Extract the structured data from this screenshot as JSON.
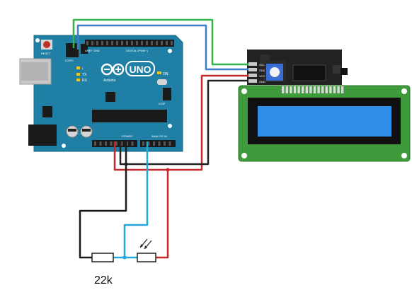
{
  "board": {
    "brand": "Arduino",
    "model": "UNO",
    "reset_label": "RESET",
    "icsp2_label": "ICSP2",
    "icsp_label": "ICSP",
    "digital_label": "DIGITAL (PWM~)",
    "aref_label": "AREF",
    "gnd_label": "GND",
    "led_l_label": "L",
    "led_tx_label": "TX",
    "led_rx_label": "RX",
    "on_label": "ON",
    "power_label": "POWER",
    "analog_label": "ANALOG IN"
  },
  "i2c_backpack": {
    "pins": [
      "GND",
      "VCC",
      "SDA",
      "SCL"
    ]
  },
  "resistor": {
    "value_label": "22k"
  },
  "wire_colors": {
    "green": "#35b24a",
    "blue": "#3f7fc8",
    "red": "#c8282b",
    "black": "#1a1a1a",
    "cyan": "#22a8d8",
    "dark": "#222222"
  },
  "colors": {
    "board": "#1f7fa5",
    "lcd_pcb": "#3f9a3c",
    "lcd_screen": "#2f8ee6"
  }
}
